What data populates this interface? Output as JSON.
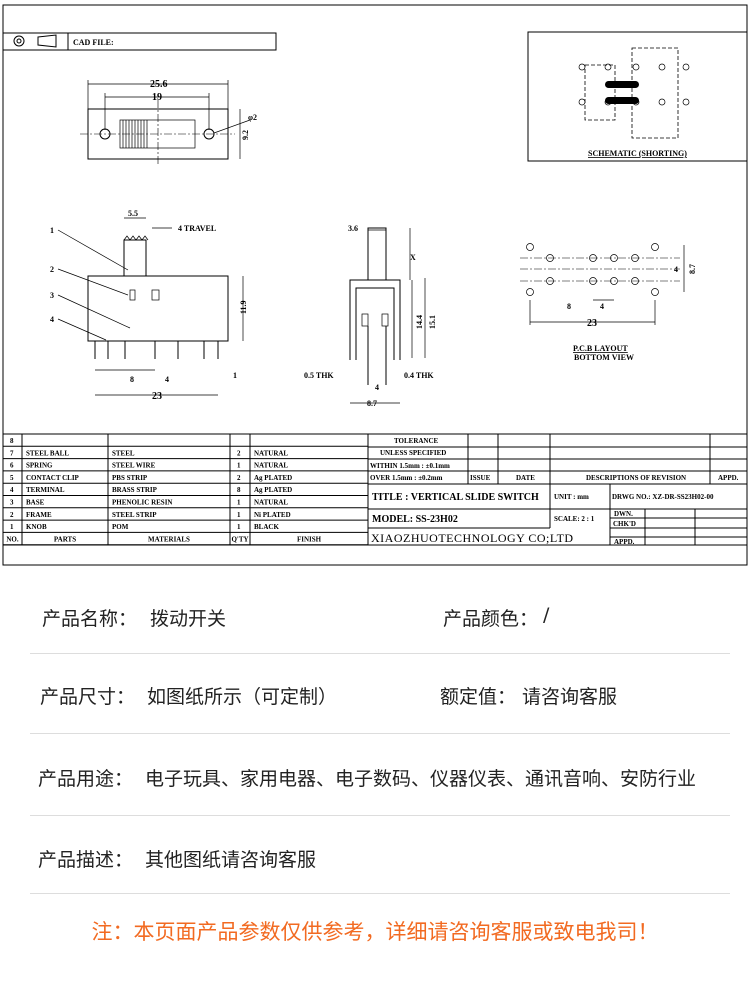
{
  "drawing": {
    "cad_file_label": "CAD FILE:",
    "top_view": {
      "overall": "25.6",
      "hole_pitch": "19",
      "hole_dia": "φ2",
      "height": "9.2"
    },
    "side_view": {
      "knob_width": "5.5",
      "travel": "4 TRAVEL",
      "callouts": [
        "1",
        "2",
        "3",
        "4"
      ],
      "height": "11.9",
      "dim_8": "8",
      "dim_4": "4",
      "dim_1": "1",
      "length": "23"
    },
    "end_view": {
      "knob": "3.6",
      "x": "X",
      "h1": "14.4",
      "h2": "15.1",
      "thk1": "0.5 THK",
      "thk2": "0.4 THK",
      "pitch": "4",
      "width": "8.7"
    },
    "pcb": {
      "dim_4": "4",
      "dim_87": "8.7",
      "dim_8": "8",
      "dim_4b": "4",
      "dim_23": "23",
      "title": "P.C.B LAYOUT",
      "subtitle": "BOTTOM VIEW"
    },
    "schematic_label": "SCHEMATIC (SHORTING)",
    "bom": {
      "headers": [
        "NO.",
        "PARTS",
        "MATERIALS",
        "Q'TY",
        "FINISH"
      ],
      "rows": [
        [
          "8",
          "",
          "",
          "",
          ""
        ],
        [
          "7",
          "STEEL BALL",
          "STEEL",
          "2",
          "NATURAL"
        ],
        [
          "6",
          "SPRING",
          "STEEL WIRE",
          "1",
          "NATURAL"
        ],
        [
          "5",
          "CONTACT CLIP",
          "PBS STRIP",
          "2",
          "Ag PLATED"
        ],
        [
          "4",
          "TERMINAL",
          "BRASS STRIP",
          "8",
          "Ag PLATED"
        ],
        [
          "3",
          "BASE",
          "PHENOLIC RESIN",
          "1",
          "NATURAL"
        ],
        [
          "2",
          "FRAME",
          "STEEL STRIP",
          "1",
          "Ni PLATED"
        ],
        [
          "1",
          "KNOB",
          "POM",
          "1",
          "BLACK"
        ]
      ]
    },
    "title_block": {
      "tolerance": "TOLERANCE",
      "unless": "UNLESS  SPECIFIED",
      "within": "WITHIN 1.5mm : ±0.1mm",
      "over": "OVER  1.5mm : ±0.2mm",
      "issue": "ISSUE",
      "date": "DATE",
      "descriptions": "DESCRIPTIONS OF REVISION",
      "appd": "APPD.",
      "title": "TITLE :  VERTICAL SLIDE SWITCH",
      "unit": "UNIT : mm",
      "drwg_no": "DRWG NO.: XZ-DR-SS23H02-00",
      "model": "MODEL:  SS-23H02",
      "scale": "SCALE: 2 : 1",
      "dwn": "DWN.",
      "chkd": "CHK'D",
      "appd2": "APPD.",
      "company": "XIAOZHUOTECHNOLOGY  CO;LTD"
    }
  },
  "specs": [
    {
      "label": "产品名称：",
      "value": "拨动开关",
      "label2": "产品颜色：",
      "value2": "/"
    },
    {
      "label": "产品尺寸：",
      "value": "如图纸所示（可定制）",
      "label2": "额定值：",
      "value2": "请咨询客服"
    },
    {
      "label": "产品用途：",
      "value": "电子玩具、家用电器、电子数码、仪器仪表、通讯音响、安防行业"
    },
    {
      "label": "产品描述：",
      "value": "其他图纸请咨询客服"
    }
  ],
  "notice": "注：本页面产品参数仅供参考，详细请咨询客服或致电我司！"
}
